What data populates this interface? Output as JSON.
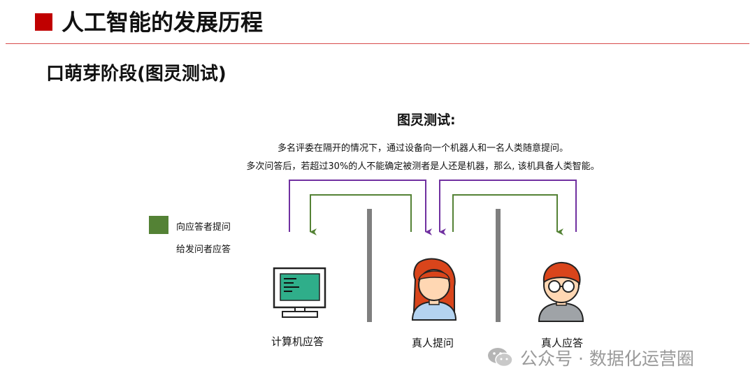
{
  "header": {
    "title": "人工智能的发展历程",
    "accent_color": "#c00000"
  },
  "subtitle": "口萌芽阶段(图灵测试)",
  "diagram": {
    "heading": "图灵测试:",
    "description_line1": "多名评委在隔开的情况下，通过设备向一个机器人和一名人类随意提问。",
    "description_line2": "多次问答后，若超过30%的人不能确定被测者是人还是机器，那么, 该机具备人类智能。",
    "legend": {
      "ask_label": "向应答者提问",
      "answer_label": "给发问者应答",
      "green_color": "#548235",
      "purple_color": "#7030a0"
    },
    "nodes": {
      "computer_label": "计算机应答",
      "asker_label": "真人提问",
      "responder_label": "真人应答"
    }
  },
  "watermark": {
    "icon": "wechat-icon",
    "text": "公众号 · 数据化运营圈"
  }
}
